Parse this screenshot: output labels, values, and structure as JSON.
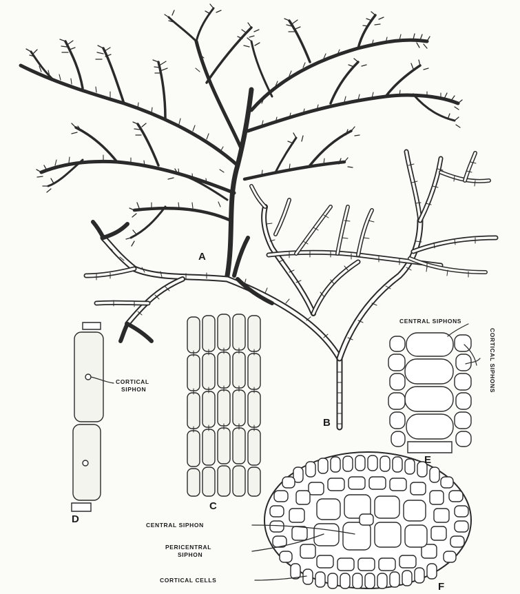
{
  "panels": {
    "a": "A",
    "b": "B",
    "c": "C",
    "d": "D",
    "e": "E",
    "f": "F"
  },
  "labels": {
    "cortical_siphon": "CORTICAL",
    "cortical_siphon_2": "SIPHON",
    "central_siphons": "CENTRAL SIPHONS",
    "cortical_siphons": "CORTICAL SIPHONS",
    "central_siphon": "CENTRAL SIPHON",
    "pericentral_siphon": "PERICENTRAL",
    "pericentral_siphon_2": "SIPHON",
    "cortical_cells": "CORTICAL CELLS"
  }
}
